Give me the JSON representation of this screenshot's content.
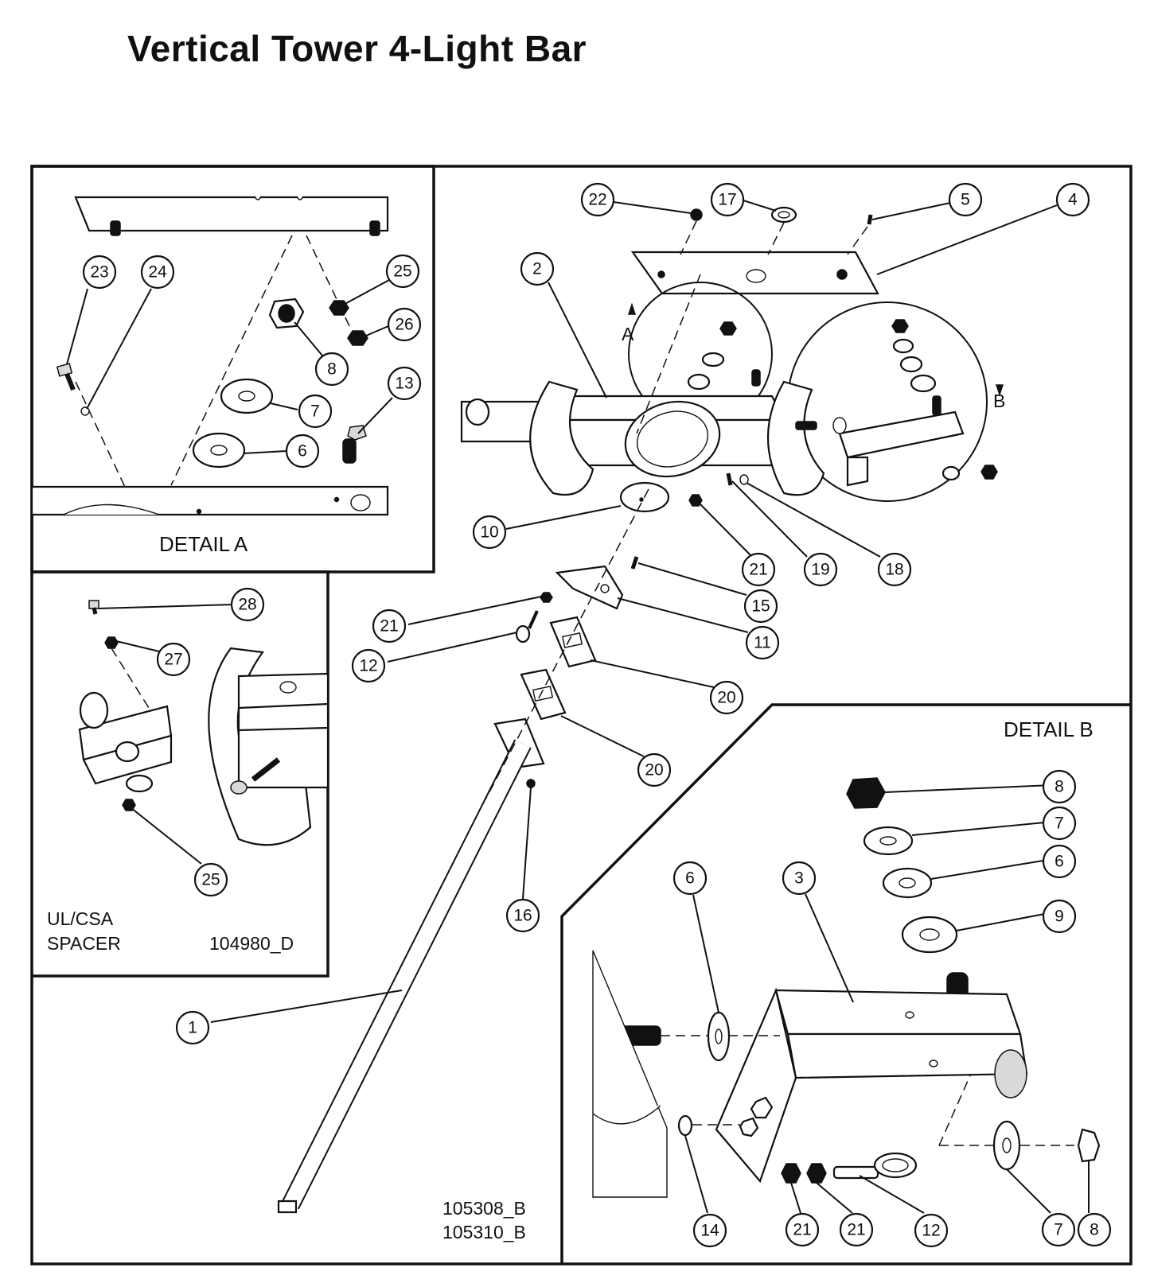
{
  "title": "Vertical Tower 4-Light Bar",
  "detail_a": {
    "label": "DETAIL A"
  },
  "detail_b": {
    "label": "DETAIL B"
  },
  "spacer_panel": {
    "line1": "UL/CSA",
    "line2": "SPACER",
    "drawing_no": "104980_D"
  },
  "main_drawing_numbers": [
    "105308_B",
    "105310_B"
  ],
  "section_letters": {
    "a": "A",
    "b": "B"
  },
  "callouts": {
    "main": [
      "22",
      "17",
      "5",
      "4",
      "2",
      "10",
      "21",
      "19",
      "18",
      "15",
      "11",
      "21",
      "12",
      "20",
      "20",
      "16",
      "1"
    ],
    "detail_a": [
      "23",
      "24",
      "25",
      "26",
      "8",
      "7",
      "6",
      "13"
    ],
    "spacer": [
      "28",
      "27",
      "25"
    ],
    "detail_b": [
      "8",
      "7",
      "6",
      "9",
      "6",
      "3",
      "14",
      "21",
      "21",
      "12",
      "7",
      "8"
    ]
  }
}
